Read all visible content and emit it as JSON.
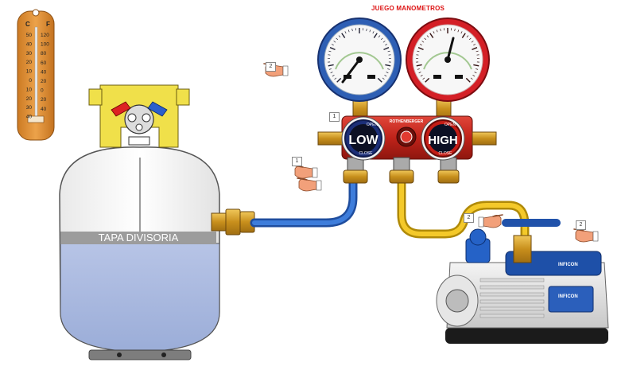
{
  "title": "JUEGO MANOMETROS",
  "thermometer": {
    "c_label": "C",
    "f_label": "F",
    "c_ticks": [
      "50",
      "40",
      "30",
      "20",
      "10",
      "0",
      "10",
      "20",
      "30",
      "40"
    ],
    "f_ticks": [
      "120",
      "100",
      "80",
      "60",
      "40",
      "20",
      "0",
      "20",
      "40"
    ]
  },
  "tank": {
    "divider_label": "TAPA DIVISORIA"
  },
  "manifold": {
    "low_label": "LOW",
    "high_label": "HIGH",
    "open_label": "OPEN",
    "close_label": "CLOSE",
    "brand": "ROTHENBERGER"
  },
  "pump": {
    "brand": "INFICON"
  },
  "steps": {
    "low_gauge": "2",
    "manifold_valve": "1",
    "hand_valve": "1",
    "pump_valve": "2",
    "pump_switch": "2"
  },
  "colors": {
    "low_gauge": "#2e5fb4",
    "high_gauge": "#d41f26",
    "manifold_body": "#c6271c",
    "blue_hose": "#2c66c8",
    "yellow_hose": "#f2c318",
    "water": "#a9b8de",
    "brass": "#d5a02a",
    "thermometer_wood": "#e39a3b"
  }
}
